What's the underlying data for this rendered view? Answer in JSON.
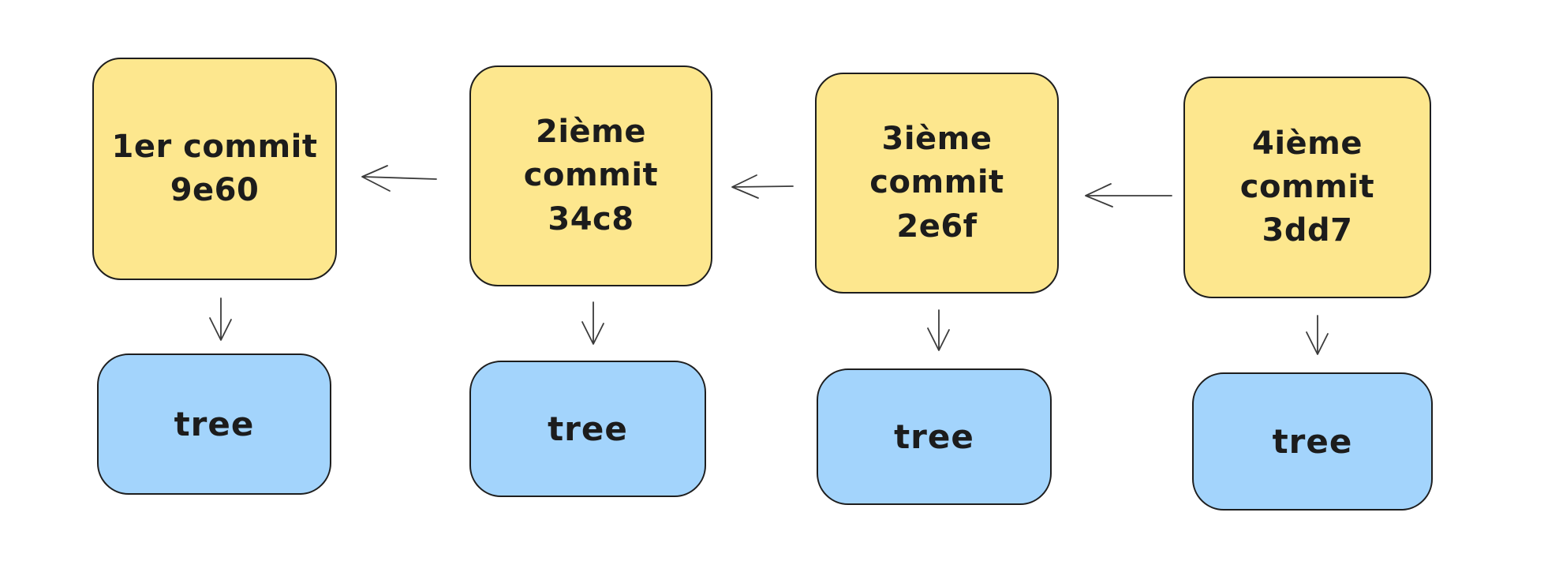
{
  "palette": {
    "stroke": "#1e1e1e",
    "commit_fill": "#fde78e",
    "tree_fill": "#a3d4fc",
    "arrow": "#3b3b3b",
    "canvas_background": "#ffffff",
    "text": "#1c1c1c"
  },
  "nodes": {
    "commits": [
      {
        "line1": "1er commit",
        "hash": "9e60"
      },
      {
        "line1": "2ième commit",
        "hash": "34c8"
      },
      {
        "line1": "3ième commit",
        "hash": "2e6f"
      },
      {
        "line1": "4ième commit",
        "hash": "3dd7"
      }
    ],
    "trees": [
      {
        "label": "tree"
      },
      {
        "label": "tree"
      },
      {
        "label": "tree"
      },
      {
        "label": "tree"
      }
    ]
  },
  "edges": {
    "horizontal": [
      "commit-2 -> commit-1",
      "commit-3 -> commit-2",
      "commit-4 -> commit-3"
    ],
    "vertical": [
      "commit-1 -> tree-1",
      "commit-2 -> tree-2",
      "commit-3 -> tree-3",
      "commit-4 -> tree-4"
    ]
  }
}
